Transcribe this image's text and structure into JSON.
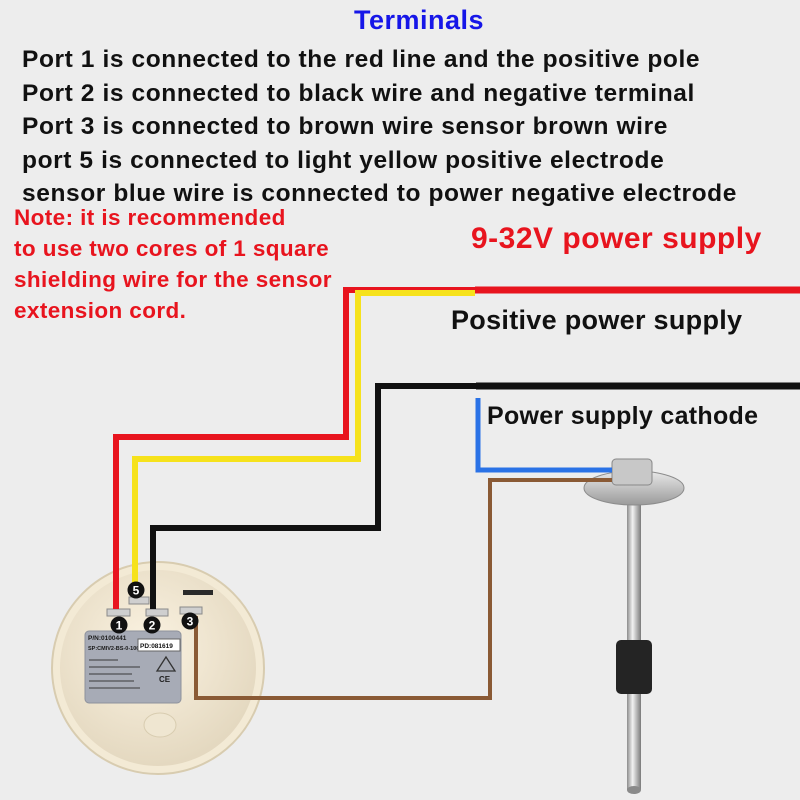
{
  "title": "Terminals",
  "terminal_lines": [
    "Port 1 is connected to the red line and the positive pole",
    "Port 2 is connected to black wire and negative terminal",
    "Port 3 is connected to brown wire sensor brown wire",
    "port 5 is connected to light yellow positive electrode",
    "sensor blue wire is connected to power negative electrode"
  ],
  "note_lines": [
    "Note: it is recommended",
    "to use two cores of 1 square",
    "shielding wire for the sensor",
    "extension cord."
  ],
  "power_supply_label": "9-32V power supply",
  "positive_label": "Positive power supply",
  "cathode_label": "Power supply cathode",
  "gauge": {
    "pin_labels": [
      "1",
      "5",
      "2",
      "3"
    ],
    "part_number": "P/N:0100441",
    "spec": "SP:CMIV2-BS-0-100",
    "pd": "PD:081619",
    "ce_mark": "CE",
    "warning_symbol": "triangle-icon"
  },
  "wire_colors": {
    "red": "#e8141e",
    "yellow": "#f6e21c",
    "black": "#111111",
    "brown": "#8a5a35",
    "blue": "#2a72e6"
  }
}
